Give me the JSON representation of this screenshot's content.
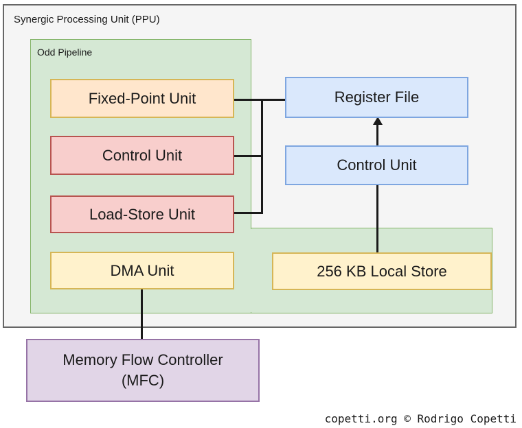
{
  "diagram": {
    "title": "Synergic Processing Unit (PPU)",
    "outer": {
      "label": "Synergic Processing Unit (PPU)",
      "fill": "#f5f5f5",
      "stroke": "#666666"
    },
    "pipeline": {
      "label": "Odd Pipeline",
      "fill": "#d5e8d4",
      "stroke": "#82b366"
    },
    "units": {
      "fixed_point": {
        "label": "Fixed-Point Unit",
        "fill": "#ffe6cc",
        "stroke": "#d6b656"
      },
      "control_odd": {
        "label": "Control Unit",
        "fill": "#f8cecc",
        "stroke": "#b85450"
      },
      "load_store": {
        "label": "Load-Store Unit",
        "fill": "#f8cecc",
        "stroke": "#b85450"
      },
      "dma": {
        "label": "DMA Unit",
        "fill": "#fff2cc",
        "stroke": "#d6b656"
      },
      "register_file": {
        "label": "Register File",
        "fill": "#dae8fc",
        "stroke": "#7ea6e0"
      },
      "control_even": {
        "label": "Control Unit",
        "fill": "#dae8fc",
        "stroke": "#7ea6e0"
      },
      "local_store": {
        "label": "256 KB Local Store",
        "fill": "#fff2cc",
        "stroke": "#d6b656"
      },
      "mfc": {
        "label_line1": "Memory Flow Controller",
        "label_line2": "(MFC)",
        "fill": "#e1d5e7",
        "stroke": "#9673a6"
      }
    },
    "connectors": {
      "stroke": "#1a1a1a",
      "edges": [
        {
          "from": "Fixed-Point Unit",
          "to": "Register File",
          "arrow": false
        },
        {
          "from": "Control Unit",
          "to": "Register File",
          "arrow": false
        },
        {
          "from": "Load-Store Unit",
          "to": "Register File",
          "arrow": false
        },
        {
          "from": "Control Unit",
          "to": "Register File",
          "arrow": true
        },
        {
          "from": "256 KB Local Store",
          "to": "Control Unit",
          "arrow": false
        },
        {
          "from": "DMA Unit",
          "to": "Memory Flow Controller (MFC)",
          "arrow": false
        }
      ]
    }
  },
  "attribution": {
    "text": "copetti.org © Rodrigo Copetti"
  }
}
